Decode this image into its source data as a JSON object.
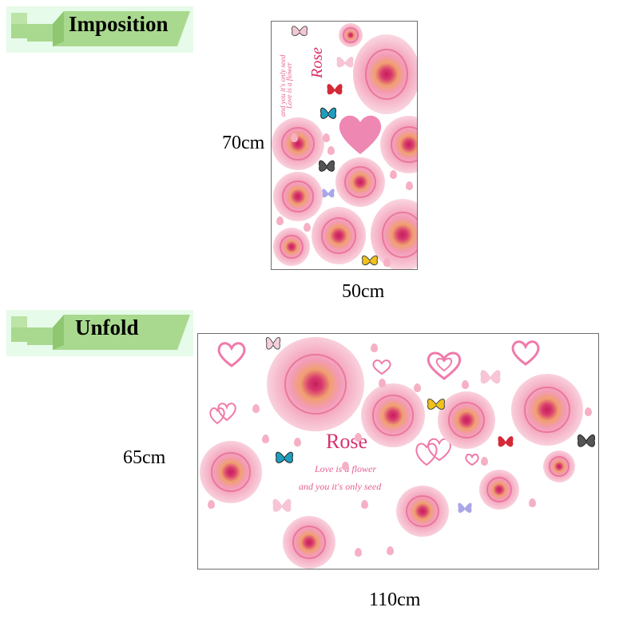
{
  "sections": {
    "imposition": {
      "label": "Imposition",
      "height_label": "70cm",
      "width_label": "50cm",
      "sticker_text": {
        "title": "Rose",
        "line1": "Love is a flower",
        "line2": "and you it's only seed"
      }
    },
    "unfold": {
      "label": "Unfold",
      "height_label": "65cm",
      "width_label": "110cm",
      "sticker_text": {
        "title": "Rose",
        "line1": "Love is a flower",
        "line2": "and you it's only seed"
      }
    }
  },
  "colors": {
    "banner_bg": "#e6fbe9",
    "banner_shape": "#a9d98e",
    "rose_pink": "#f39bb6",
    "rose_center": "#c41e5a",
    "heart_outline": "#f07aaa",
    "script_text": "#e55d92",
    "panel_border": "#6e6e6e"
  }
}
